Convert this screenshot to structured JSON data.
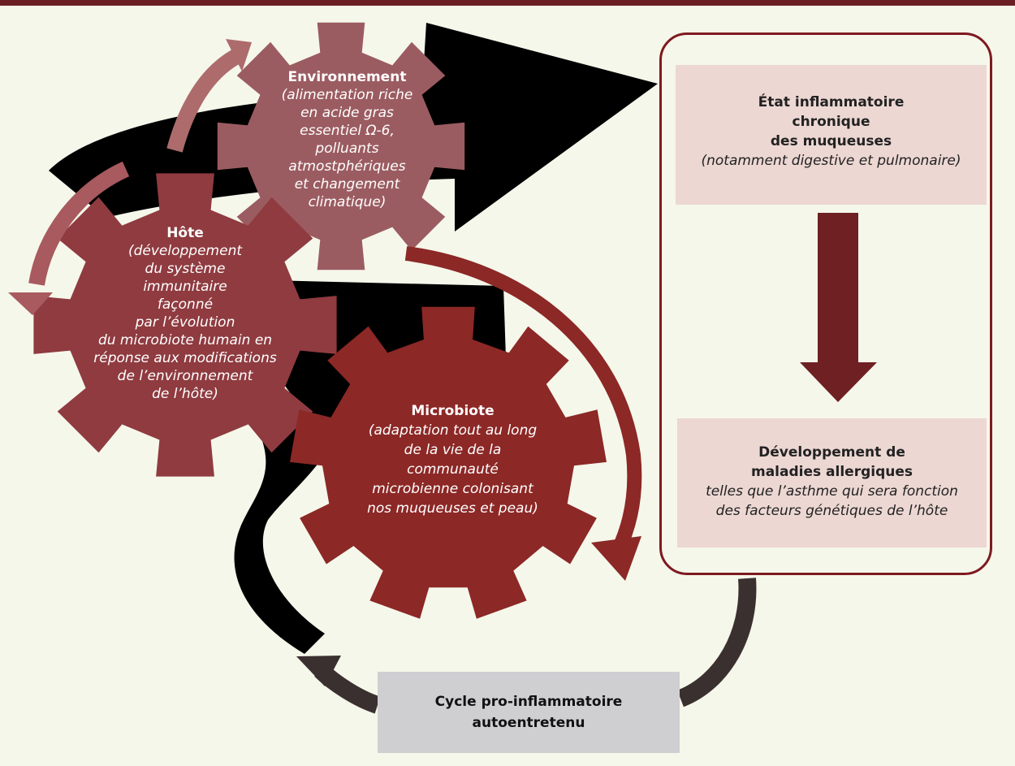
{
  "environnement": {
    "title": "Environnement",
    "text": "(alimentation riche\nen acide gras\nessentiel Ω-6,\npolluants\natmostphériques\net changement\nclimatique)"
  },
  "hote": {
    "title": "Hôte",
    "text": "(développement\ndu système\nimmunitaire\nfaçonné\npar l’évolution\ndu microbiote humain en\nréponse aux modifications\nde l’environnement\nde l’hôte)"
  },
  "microbiote": {
    "title": "Microbiote",
    "text": "(adaptation tout au long\nde la vie de la\ncommunauté\nmicrobienne colonisant\nnos muqueuses et peau)"
  },
  "etat": {
    "title": "État inflammatoire\nchronique\ndes muqueuses",
    "text": "(notamment digestive et pulmonaire)"
  },
  "developpement": {
    "title": "Développement de\nmaladies allergiques",
    "text": "telles que l’asthme qui sera fonction\ndes facteurs génétiques de l’hôte"
  },
  "cycle": {
    "label": "Cycle pro-inflammatoire\nautoentretenu"
  },
  "colors": {
    "background": "#f5f7ea",
    "gear_environnement": "#9b5c61",
    "gear_hote": "#8f3b40",
    "gear_microbiote": "#8c2826",
    "accent": "#7e1a20",
    "box_fill": "#ecd7d3",
    "cycle_fill": "#cfcfd2"
  }
}
